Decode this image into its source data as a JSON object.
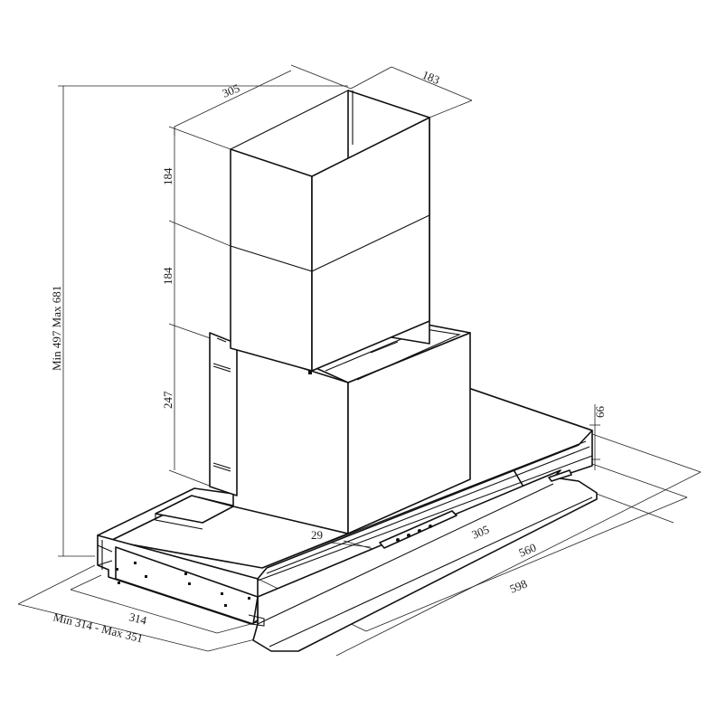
{
  "dimensions": {
    "chimney_width": "305",
    "chimney_depth": "183",
    "upper_chimney_height": "184",
    "lower_chimney_height": "184",
    "motor_height": "247",
    "total_height": "Min 497 Max 681",
    "canopy_height": "66",
    "glass_offset": "29",
    "motor_width": "305",
    "inner_width": "560",
    "overall_width": "598",
    "canopy_depth": "314",
    "depth_range": "Min 314 - Max 351"
  },
  "colors": {
    "line": "#111111",
    "dimension_line": "#222222",
    "background": "#ffffff"
  }
}
